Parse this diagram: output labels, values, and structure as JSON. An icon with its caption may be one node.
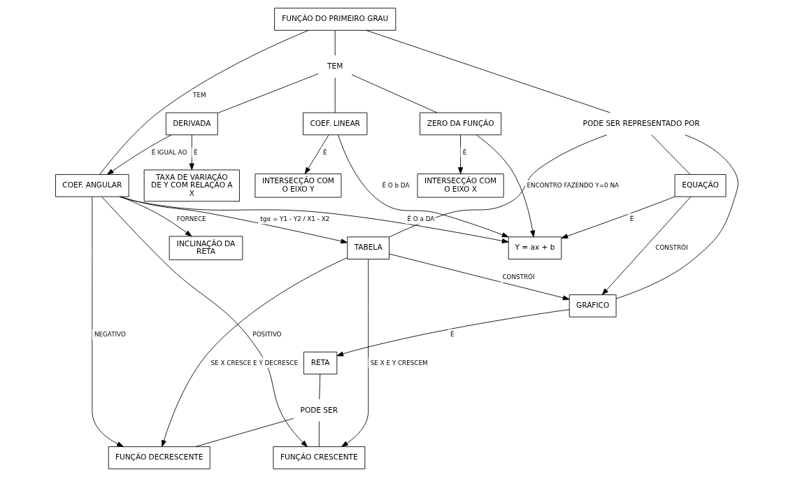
{
  "diagram": {
    "nodes": [
      {
        "text": [
          "FUNÇÃO DO PRIMEIRO GRAU"
        ]
      },
      {
        "text": [
          "TEM"
        ]
      },
      {
        "text": [
          "PODE SER REPRESENTADO POR"
        ]
      },
      {
        "text": [
          "COEF. ANGULAR"
        ]
      },
      {
        "text": [
          "TABELA"
        ]
      },
      {
        "text": [
          "GRÁFICO"
        ]
      },
      {
        "text": [
          "EQUAÇÃO"
        ]
      },
      {
        "text": [
          "COEF. LINEAR"
        ]
      },
      {
        "text": [
          "ZERO DA FUNÇÃO"
        ]
      },
      {
        "text": [
          "DERIVADA"
        ]
      },
      {
        "text": [
          "Y = ax + b"
        ]
      },
      {
        "text": [
          "RETA"
        ]
      },
      {
        "text": [
          "PODE SER"
        ]
      },
      {
        "text": [
          "INCLINAÇÃO DA RETA"
        ]
      },
      {
        "text": [
          "INTERSECÇÃO COM O EIXO Y"
        ]
      },
      {
        "text": [
          "INTERSECÇÃO COM O EIXO X"
        ]
      },
      {
        "text": [
          "TAXA DE VARIAÇÃO DE Y COM RELAÇÃO A X"
        ]
      },
      {
        "text": [
          "FUNÇÃO CRESCENTE"
        ]
      },
      {
        "text": [
          "FUNÇÃO DECRESCENTE"
        ]
      }
    ],
    "edges": [
      {
        "from": 0,
        "to": 3,
        "arrow": "none",
        "label": "TEM"
      },
      {
        "from": 0,
        "to": 1,
        "arrow": "none"
      },
      {
        "from": 1,
        "to": 7,
        "arrow": "none"
      },
      {
        "from": 1,
        "to": 8,
        "arrow": "none"
      },
      {
        "from": 1,
        "to": 9,
        "arrow": "none"
      },
      {
        "from": 0,
        "to": 2,
        "arrow": "none"
      },
      {
        "from": 2,
        "to": 4,
        "arrow": "none"
      },
      {
        "from": 2,
        "to": 5,
        "arrow": "none"
      },
      {
        "from": 2,
        "to": 6,
        "arrow": "none"
      },
      {
        "from": 3,
        "to": 10,
        "arrow": "to",
        "label": "É O a DA"
      },
      {
        "from": 3,
        "to": 4,
        "arrow": "to",
        "label": "tgα = Y1 - Y2 / X1 - X2"
      },
      {
        "from": 4,
        "to": 5,
        "arrow": "to",
        "label": "CONSTRÓI"
      },
      {
        "from": 6,
        "to": 5,
        "arrow": "to",
        "label": "CONSTRÓI"
      },
      {
        "from": 5,
        "to": 11,
        "arrow": "to",
        "label": "É"
      },
      {
        "from": 6,
        "to": 10,
        "arrow": "to",
        "label": "É"
      },
      {
        "from": 7,
        "to": 10,
        "arrow": "to",
        "label": "É O b DA"
      },
      {
        "from": 7,
        "to": 14,
        "arrow": "to",
        "label": "É"
      },
      {
        "from": 8,
        "to": 15,
        "arrow": "to",
        "label": "É"
      },
      {
        "from": 9,
        "to": 16,
        "arrow": "to",
        "label": "É"
      },
      {
        "from": 8,
        "to": 10,
        "arrow": "to",
        "label": "ENCONTRO FAZENDO Y=0 NA"
      },
      {
        "from": 3,
        "to": 13,
        "arrow": "to",
        "label": "FORNECE"
      },
      {
        "from": 11,
        "to": 12,
        "arrow": "none"
      },
      {
        "from": 12,
        "to": 17,
        "arrow": "none"
      },
      {
        "from": 12,
        "to": 18,
        "arrow": "none"
      },
      {
        "from": 4,
        "to": 17,
        "arrow": "to",
        "label": "SE X E Y CRESCEM"
      },
      {
        "from": 4,
        "to": 18,
        "arrow": "to",
        "label": "SE X CRESCE E Y DECRESCE"
      },
      {
        "from": 3,
        "to": 17,
        "arrow": "to",
        "label": "POSITIVO"
      },
      {
        "from": 3,
        "to": 18,
        "arrow": "to",
        "label": "NEGATIVO"
      },
      {
        "from": 9,
        "to": 3,
        "arrow": "to",
        "label": "É IGUAL AO"
      }
    ]
  }
}
